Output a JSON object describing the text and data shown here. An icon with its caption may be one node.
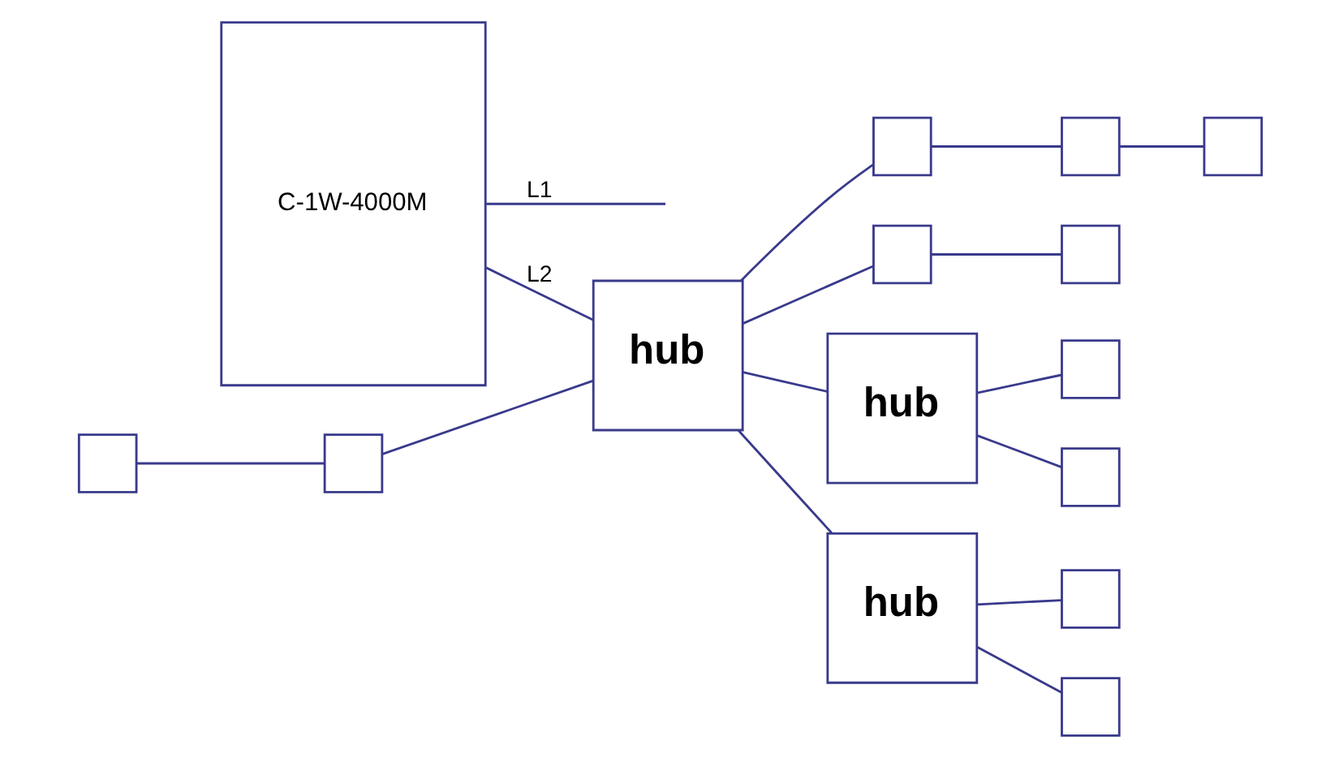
{
  "diagram": {
    "nodes": [
      {
        "text": [
          "C-1W-4000M"
        ]
      },
      {
        "text": [],
        "shape": "box"
      },
      {
        "text": [],
        "shape": "box"
      },
      {
        "text": [
          "hub"
        ]
      },
      {
        "text": [],
        "shape": "box"
      },
      {
        "text": [],
        "shape": "box"
      },
      {
        "text": [],
        "shape": "box"
      },
      {
        "text": [],
        "shape": "box"
      },
      {
        "text": [],
        "shape": "box"
      },
      {
        "text": [
          "hub"
        ]
      },
      {
        "text": [
          "hub"
        ]
      },
      {
        "text": [],
        "shape": "box"
      },
      {
        "text": [],
        "shape": "box"
      },
      {
        "text": [],
        "shape": "box"
      },
      {
        "text": [],
        "shape": "box"
      }
    ],
    "edges": [
      {
        "from": 0,
        "to": null,
        "arrow": "none",
        "label": "L1"
      },
      {
        "from": 0,
        "to": 3,
        "arrow": "none",
        "label": "L2"
      },
      {
        "from": 1,
        "to": 2,
        "arrow": "none"
      },
      {
        "from": 2,
        "to": 3,
        "arrow": "none"
      },
      {
        "from": 3,
        "to": 4,
        "arrow": "none"
      },
      {
        "from": 4,
        "to": 5,
        "arrow": "none"
      },
      {
        "from": 5,
        "to": 6,
        "arrow": "none"
      },
      {
        "from": 3,
        "to": 7,
        "arrow": "none"
      },
      {
        "from": 7,
        "to": 8,
        "arrow": "none"
      },
      {
        "from": 3,
        "to": 9,
        "arrow": "none"
      },
      {
        "from": 3,
        "to": 10,
        "arrow": "none"
      },
      {
        "from": 9,
        "to": 11,
        "arrow": "none"
      },
      {
        "from": 9,
        "to": 12,
        "arrow": "none"
      },
      {
        "from": 10,
        "to": 13,
        "arrow": "none"
      },
      {
        "from": 10,
        "to": 14,
        "arrow": "none"
      }
    ]
  }
}
